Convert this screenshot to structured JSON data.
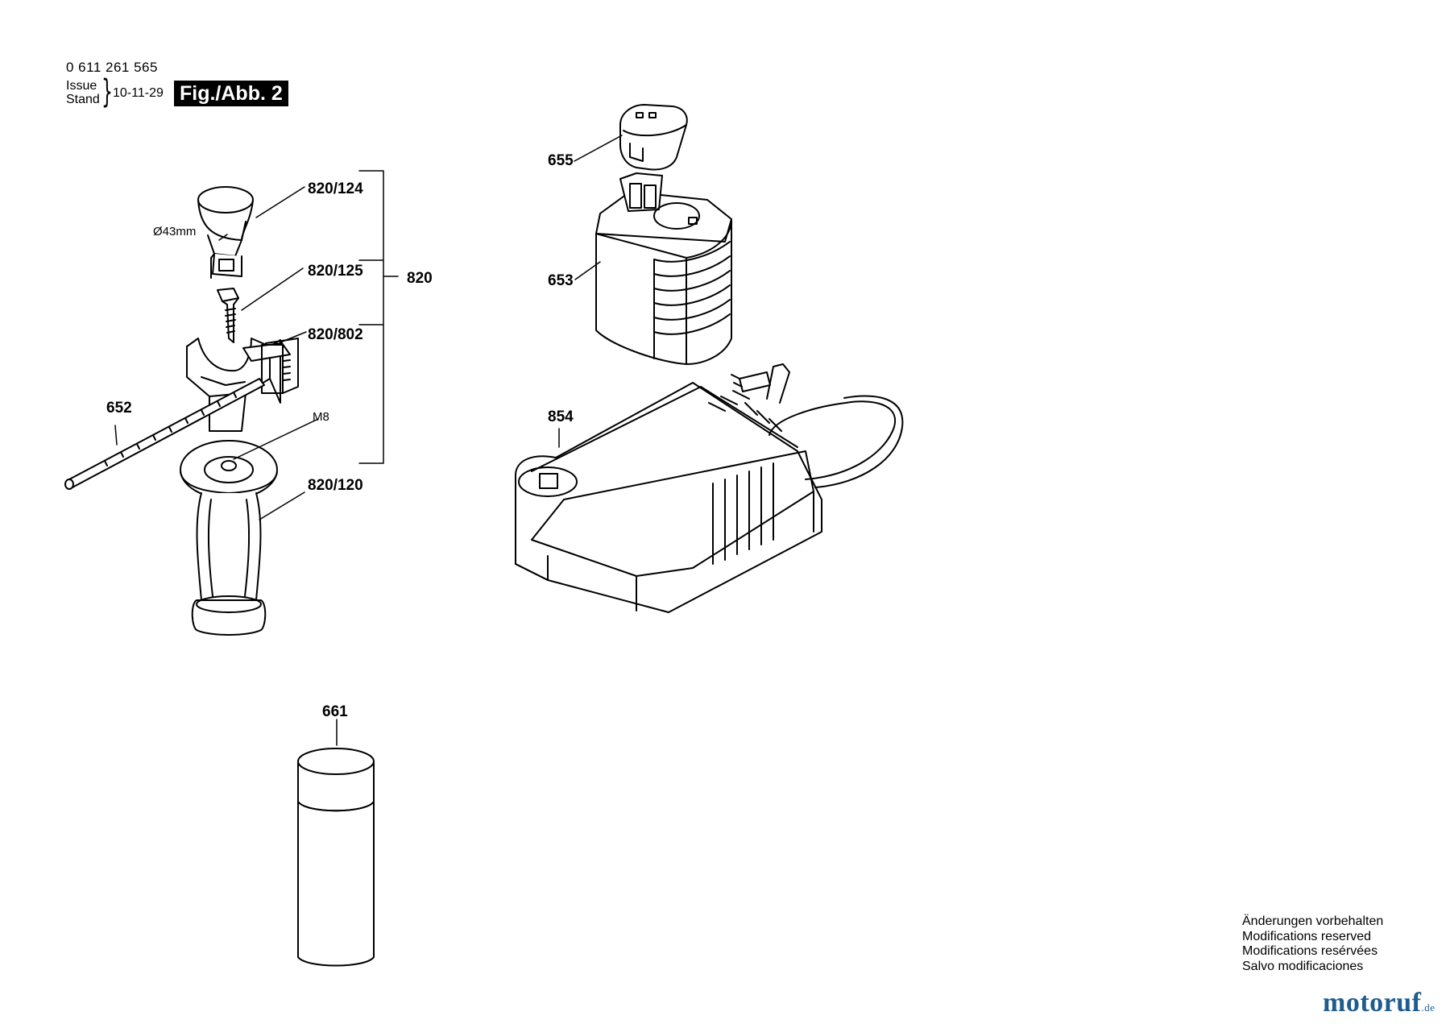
{
  "header": {
    "part_number": "0 611 261 565",
    "issue_label": "Issue",
    "stand_label": "Stand",
    "date": "10-11-29",
    "figure": "Fig./Abb. 2"
  },
  "callouts": {
    "c_820_124": "820/124",
    "c_820_125": "820/125",
    "c_820_802": "820/802",
    "c_820": "820",
    "c_652": "652",
    "c_820_120": "820/120",
    "c_661": "661",
    "c_655": "655",
    "c_653": "653",
    "c_854": "854",
    "diameter": "Ø43mm",
    "thread": "M8"
  },
  "notice": [
    "Änderungen vorbehalten",
    "Modifications reserved",
    "Modifications resérvées",
    "Salvo modificaciones"
  ],
  "brand": {
    "name": "motoruf",
    "tld": ".de",
    "color": "#1e5c8f"
  }
}
